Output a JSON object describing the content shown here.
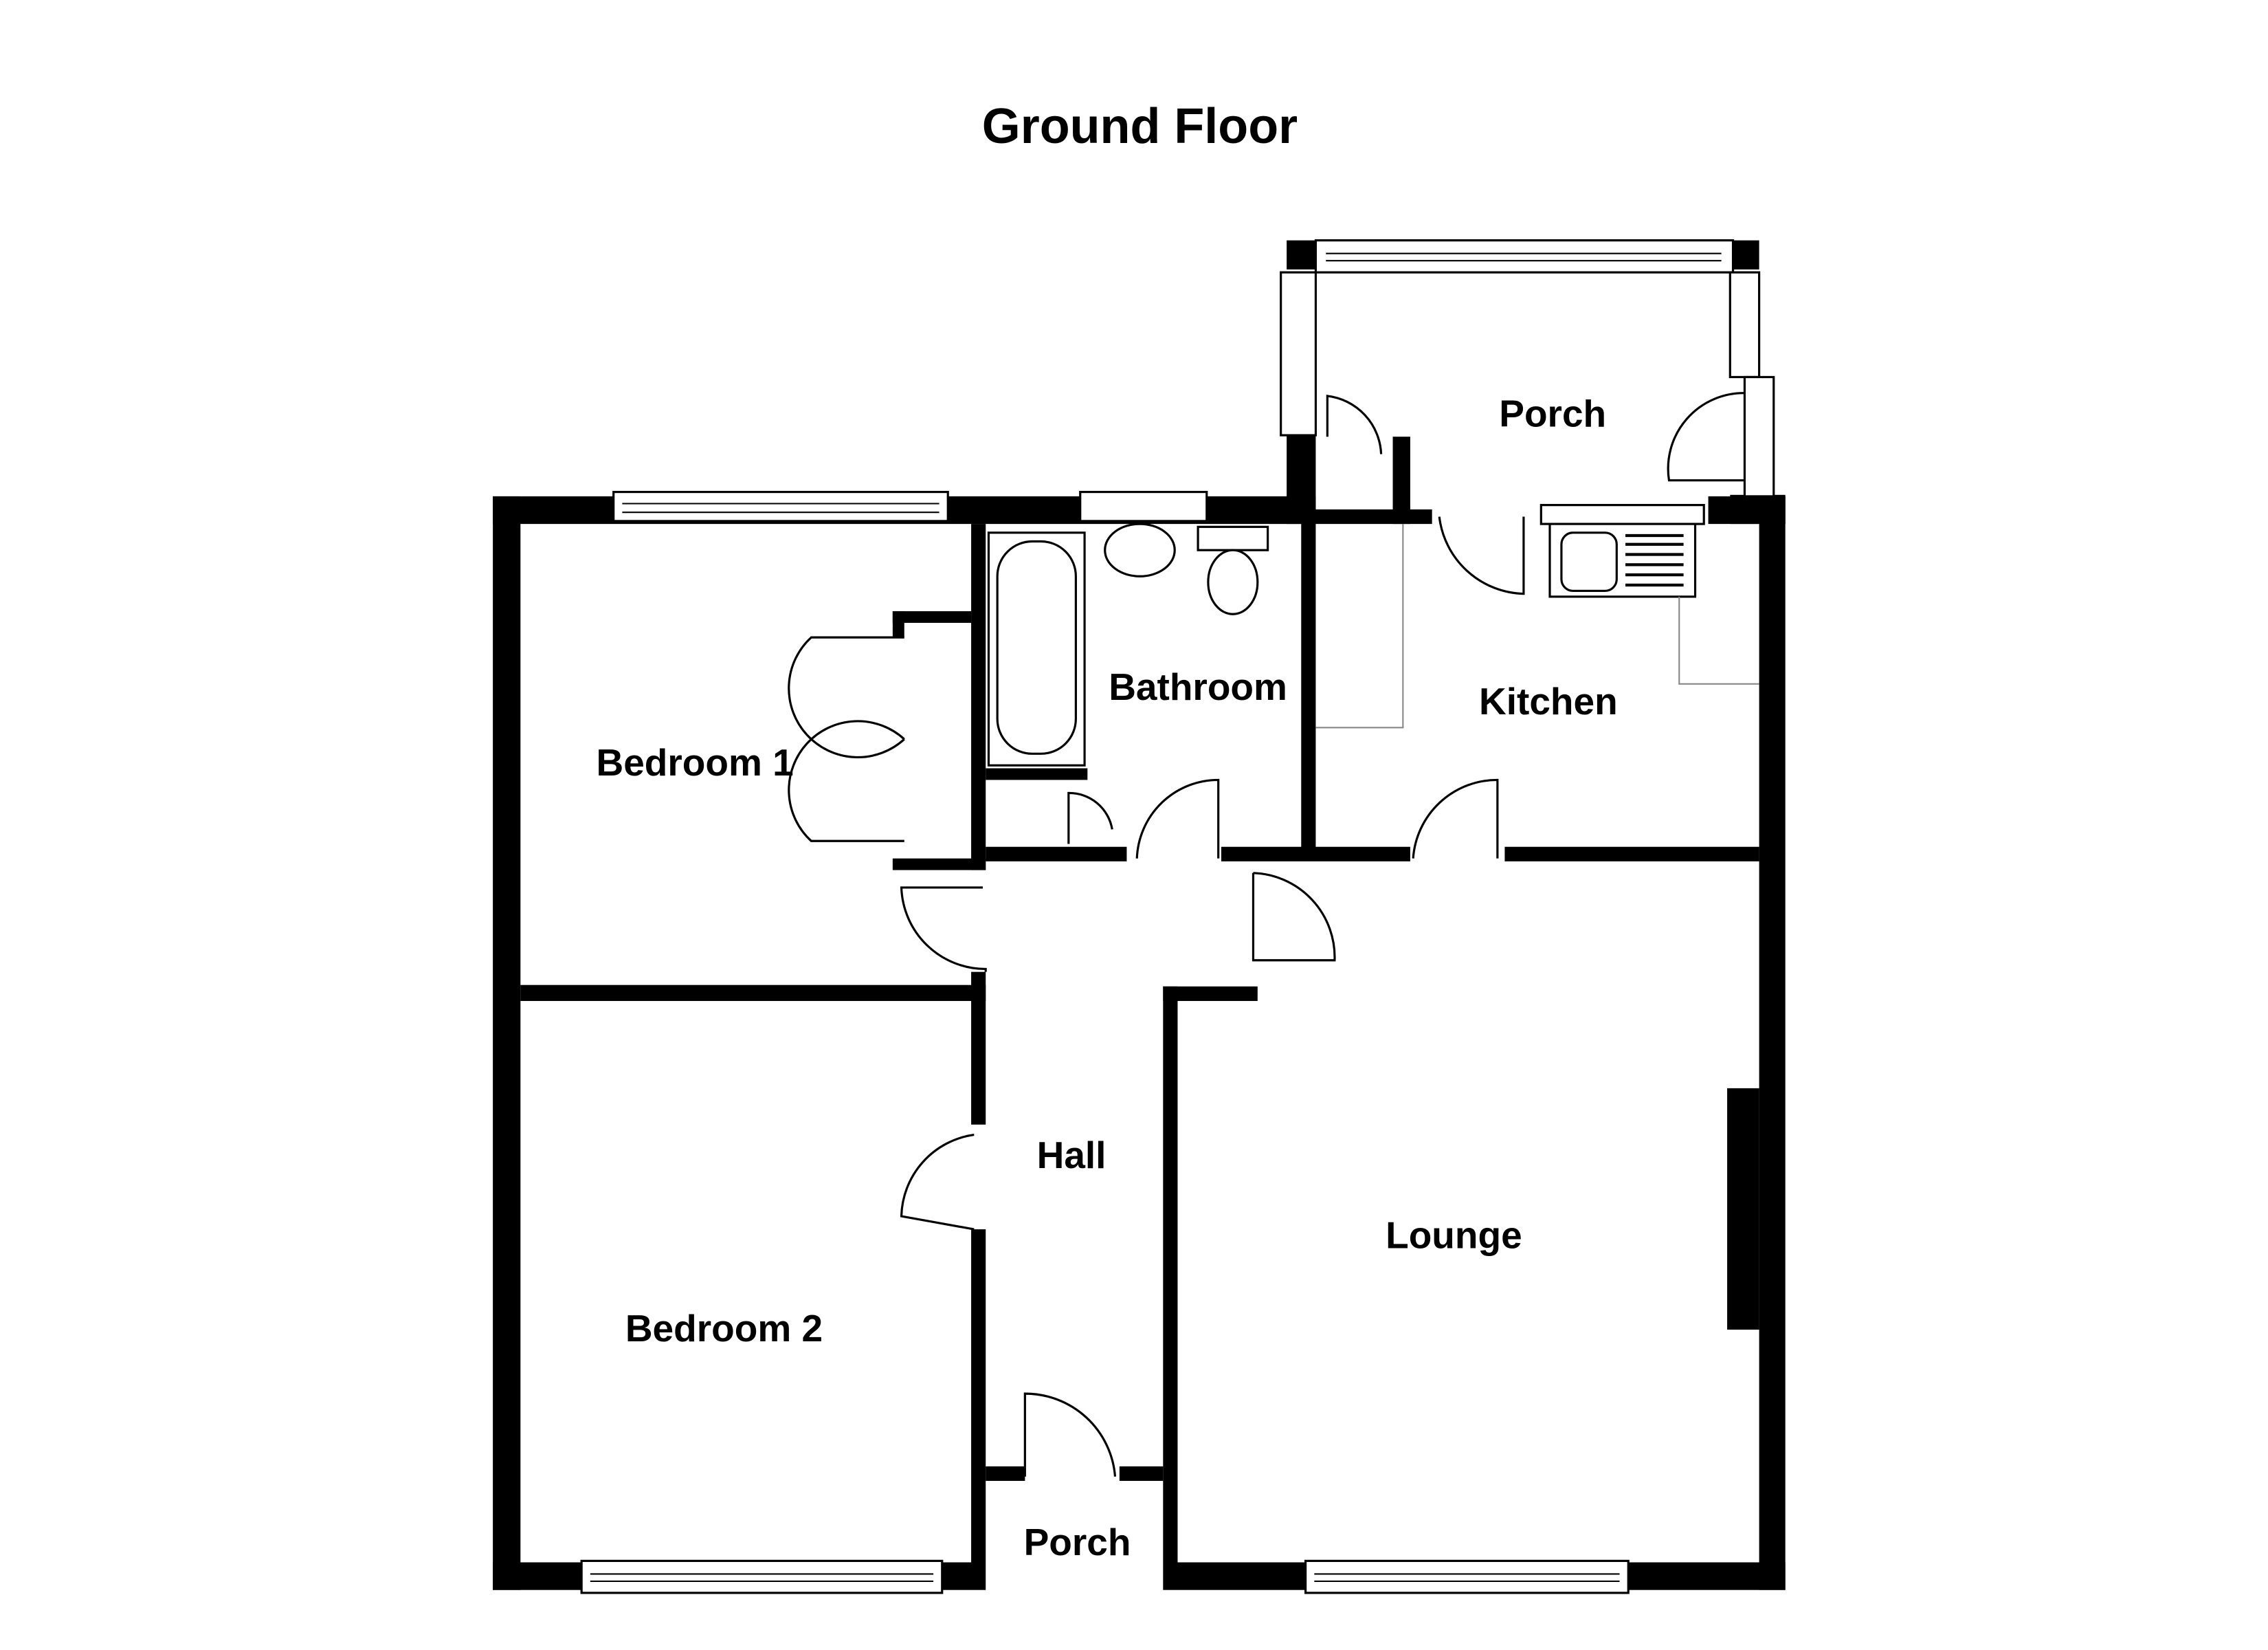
{
  "title": "Ground Floor",
  "rooms": {
    "porch_rear": "Porch",
    "bathroom": "Bathroom",
    "kitchen": "Kitchen",
    "bedroom1": "Bedroom 1",
    "bedroom2": "Bedroom 2",
    "hall": "Hall",
    "lounge": "Lounge",
    "porch_front": "Porch"
  }
}
